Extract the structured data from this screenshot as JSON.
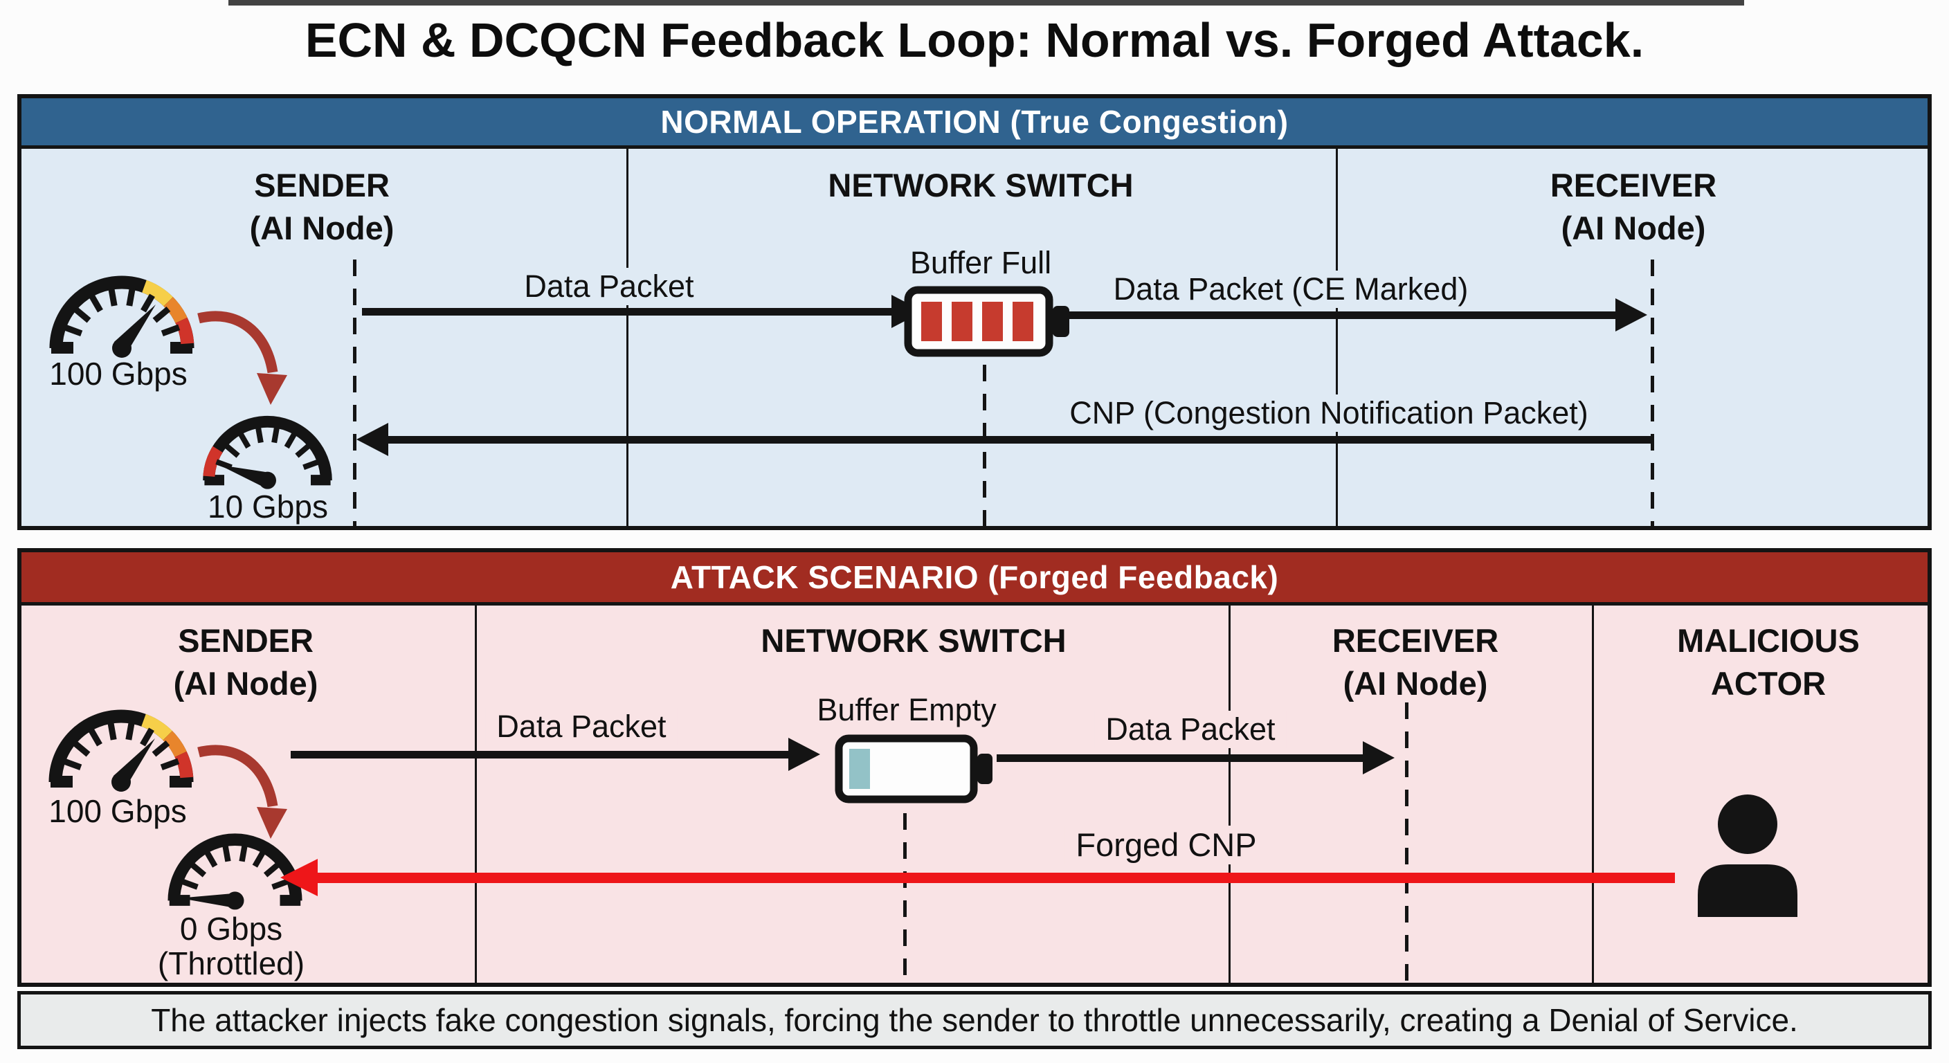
{
  "title": "ECN & DCQCN Feedback Loop: Normal vs. Forged Attack.",
  "normal_panel": {
    "header": "NORMAL OPERATION (True Congestion)",
    "columns": [
      {
        "line1": "SENDER",
        "line2": "(AI Node)"
      },
      {
        "line1": "NETWORK SWITCH",
        "line2": ""
      },
      {
        "line1": "RECEIVER",
        "line2": "(AI Node)"
      }
    ],
    "sender_rate_high": "100 Gbps",
    "sender_rate_low": "10 Gbps",
    "data_packet_label": "Data Packet",
    "buffer_label": "Buffer Full",
    "ce_marked_label": "Data Packet (CE Marked)",
    "cnp_label": "CNP (Congestion Notification Packet)"
  },
  "attack_panel": {
    "header": "ATTACK SCENARIO (Forged Feedback)",
    "columns": [
      {
        "line1": "SENDER",
        "line2": "(AI Node)"
      },
      {
        "line1": "NETWORK SWITCH",
        "line2": ""
      },
      {
        "line1": "RECEIVER",
        "line2": "(AI Node)"
      },
      {
        "line1": "MALICIOUS",
        "line2": "ACTOR"
      }
    ],
    "sender_rate_high": "100 Gbps",
    "sender_rate_low": "0 Gbps",
    "sender_rate_low_note": "(Throttled)",
    "data_packet_label_1": "Data Packet",
    "buffer_label": "Buffer Empty",
    "data_packet_label_2": "Data Packet",
    "forged_cnp_label": "Forged CNP"
  },
  "caption": "The attacker injects fake congestion signals, forcing the sender to throttle unnecessarily, creating a Denial of Service.",
  "colors": {
    "normal_header_bg": "#30638f",
    "normal_panel_bg": "#dfeaf4",
    "attack_header_bg": "#a12c21",
    "attack_panel_bg": "#f9e3e5",
    "forged_cnp_arrow": "#ee1619",
    "throttle_arrow": "#a8392f",
    "buffer_full_bars": "#c63b2e",
    "buffer_empty_bar": "#93c2c7",
    "caption_bg": "#e9ebeb",
    "line_black": "#141414"
  }
}
